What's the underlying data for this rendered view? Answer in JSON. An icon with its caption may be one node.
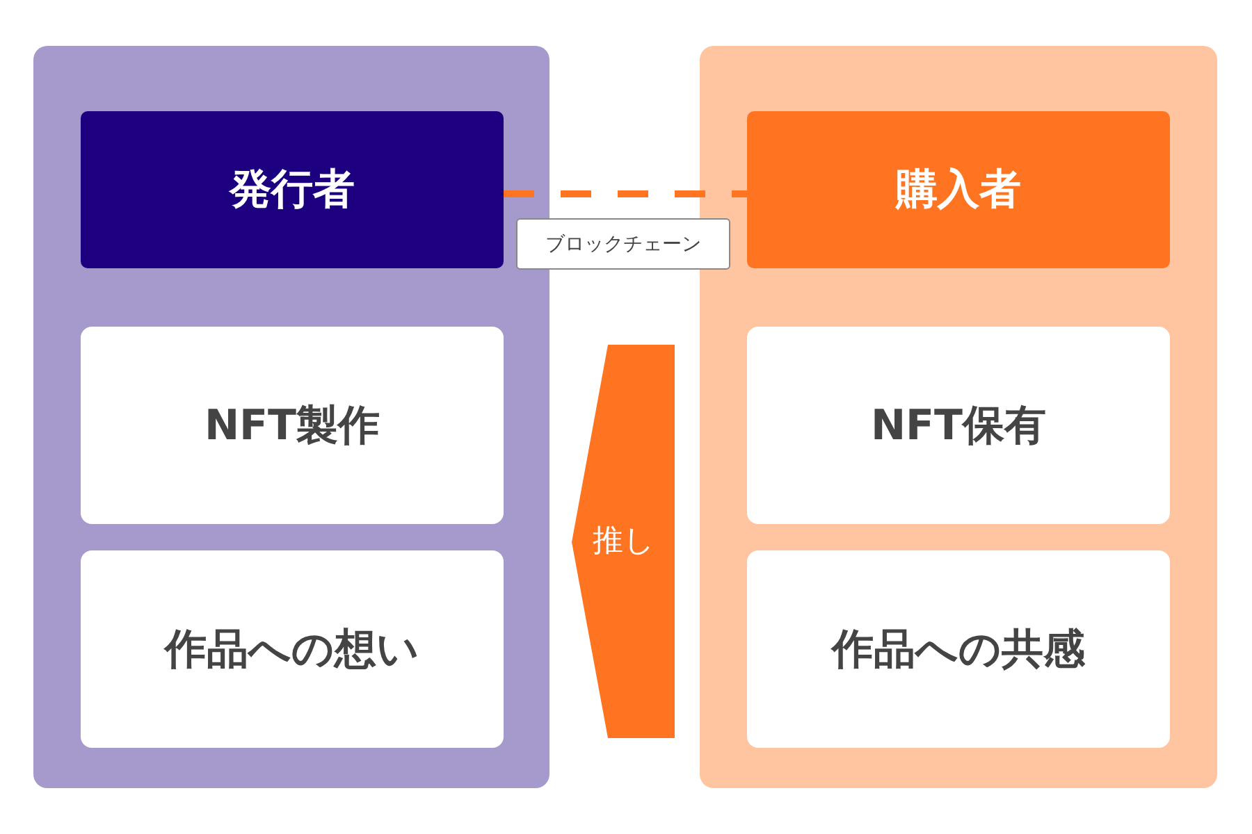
{
  "diagram": {
    "nodes": [
      {
        "text": [],
        "shape": "box"
      },
      {
        "text": [
          "発行者"
        ],
        "in": 0
      },
      {
        "text": [
          "NFT製作"
        ],
        "in": 0
      },
      {
        "text": [
          "作品への想い"
        ],
        "in": 0
      },
      {
        "text": [],
        "shape": "box"
      },
      {
        "text": [
          "購入者"
        ],
        "in": 4
      },
      {
        "text": [
          "NFT保有"
        ],
        "in": 4
      },
      {
        "text": [
          "作品への共感"
        ],
        "in": 4
      }
    ],
    "edges": [
      {
        "from": 1,
        "to": 5,
        "arrow": "none",
        "label": "ブロックチェーン",
        "style": "dashed",
        "color": "#ff7420"
      },
      {
        "from": 4,
        "to": 0,
        "arrow": "to",
        "label": "推し",
        "style": "thick",
        "color": "#ff7420"
      }
    ]
  }
}
